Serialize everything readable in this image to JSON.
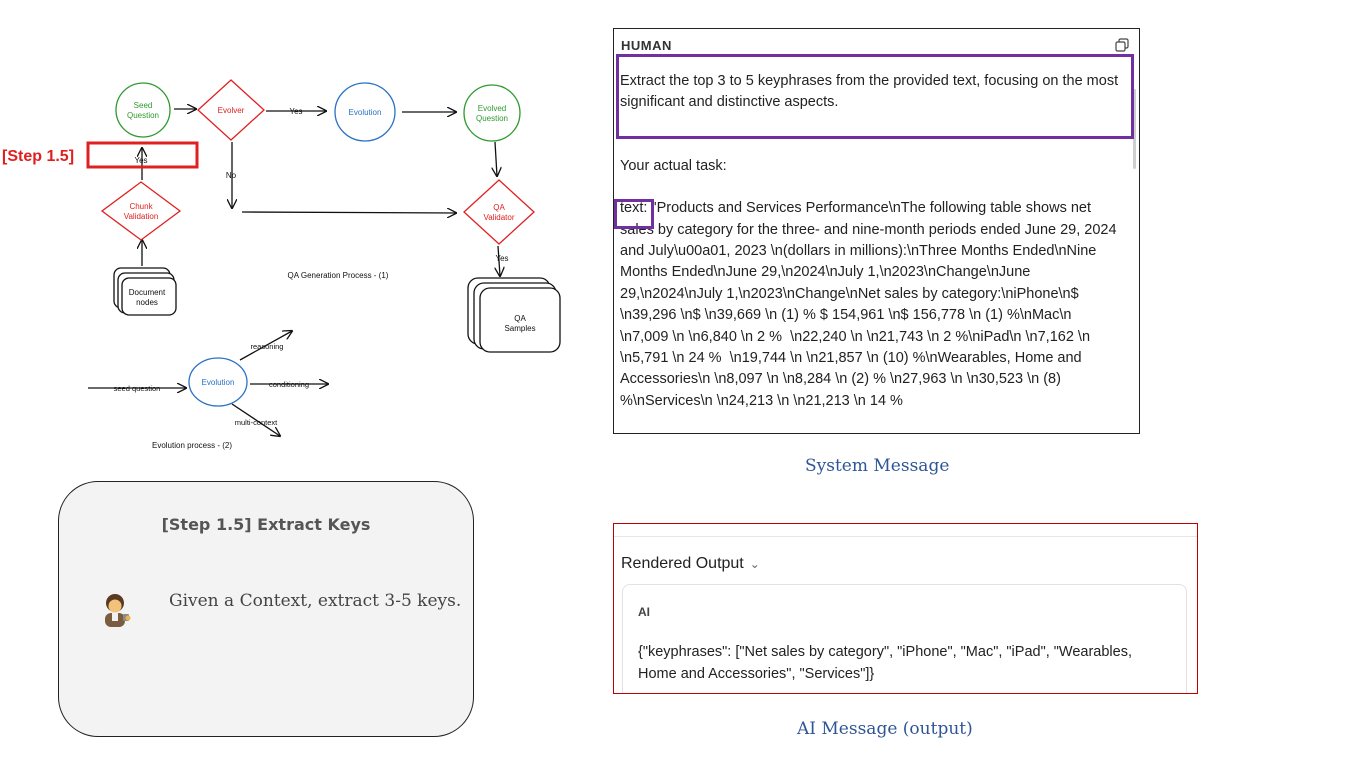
{
  "diagram": {
    "step_tag": "[Step 1.5]",
    "yes_box": "Yes",
    "nodes": {
      "seed_question": [
        "Seed",
        "Question"
      ],
      "evolver": "Evolver",
      "evolution": "Evolution",
      "evolved_question": [
        "Evolved",
        "Question"
      ],
      "chunk_validation": [
        "Chunk",
        "Validation"
      ],
      "qa_validator": [
        "QA",
        "Validator"
      ],
      "document_nodes": [
        "Document",
        "nodes"
      ],
      "qa_samples": [
        "QA",
        "Samples"
      ]
    },
    "edge_labels": {
      "yes_top": "Yes",
      "no": "No",
      "yes_bottom": "Yes"
    },
    "qa_caption": "QA Generation Process - (1)",
    "evolution": {
      "center": "Evolution",
      "input": "seed question",
      "outputs": [
        "reasoning",
        "conditioning",
        "multi-context"
      ],
      "caption": "Evolution process - (2)"
    }
  },
  "step_card": {
    "title": "[Step 1.5] Extract Keys",
    "description": "Given a Context, extract 3-5 keys.",
    "avatar_icon": "person-working-icon"
  },
  "system_message": {
    "role": "HUMAN",
    "instruction": "Extract the top 3 to 5 keyphrases from the provided text, focusing on the most significant and distinctive aspects.",
    "task_label": "Your actual task:",
    "text_key": "text:",
    "text_value": " \"Products and Services Performance\\nThe following table shows net sales by category for the three- and nine-month periods ended June 29, 2024 and July\\u00a01, 2023 \\n(dollars in millions):\\nThree Months Ended\\nNine Months Ended\\nJune 29,\\n2024\\nJuly 1,\\n2023\\nChange\\nJune 29,\\n2024\\nJuly 1,\\n2023\\nChange\\nNet sales by category:\\niPhone\\n$ \\n39,296 \\n$ \\n39,669 \\n (1) % $ 154,961 \\n$ 156,778 \\n (1) %\\nMac\\n \\n7,009 \\n \\n6,840 \\n 2 %  \\n22,240 \\n \\n21,743 \\n 2 %\\niPad\\n \\n7,162 \\n \\n5,791 \\n 24 %  \\n19,744 \\n \\n21,857 \\n (10) %\\nWearables, Home and Accessories\\n \\n8,097 \\n \\n8,284 \\n (2) % \\n27,963 \\n \\n30,523 \\n (8) %\\nServices\\n \\n24,213 \\n \\n21,213 \\n 14 %",
    "caption": "System Message"
  },
  "ai_message": {
    "section_title": "Rendered Output",
    "role": "AI",
    "output": "{\"keyphrases\": [\"Net sales by category\", \"iPhone\", \"Mac\", \"iPad\", \"Wearables, Home and Accessories\", \"Services\"]}",
    "caption": "AI Message (output)"
  },
  "colors": {
    "red": "#e02020",
    "green": "#2e9a2e",
    "blue": "#2a72c4",
    "purple": "#7030a0",
    "caption_blue": "#2f5597"
  }
}
